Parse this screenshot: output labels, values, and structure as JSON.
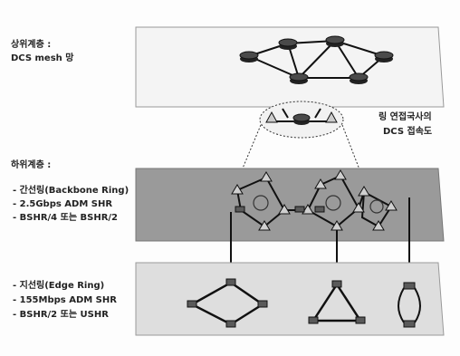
{
  "upper": {
    "title": "상위계층 :",
    "subtitle": "DCS mesh 망"
  },
  "connection": {
    "line1": "링 연접국사의",
    "line2": "DCS 접속도"
  },
  "lower": {
    "title": "하위계층 :"
  },
  "backbone": {
    "line1": "- 간선링(Backbone Ring)",
    "line2": "- 2.5Gbps ADM SHR",
    "line3": "- BSHR/4 또는 BSHR/2"
  },
  "edge": {
    "line1": "- 지선링(Edge Ring)",
    "line2": "- 155Mbps ADM SHR",
    "line3": "- BSHR/2 또는 USHR"
  },
  "colors": {
    "upper_plane": "#f4f4f4",
    "middle_plane": "#9a9a9a",
    "lower_plane": "#dedede",
    "node_dark": "#4a4a4a",
    "triangle": "#cfcfcf"
  }
}
